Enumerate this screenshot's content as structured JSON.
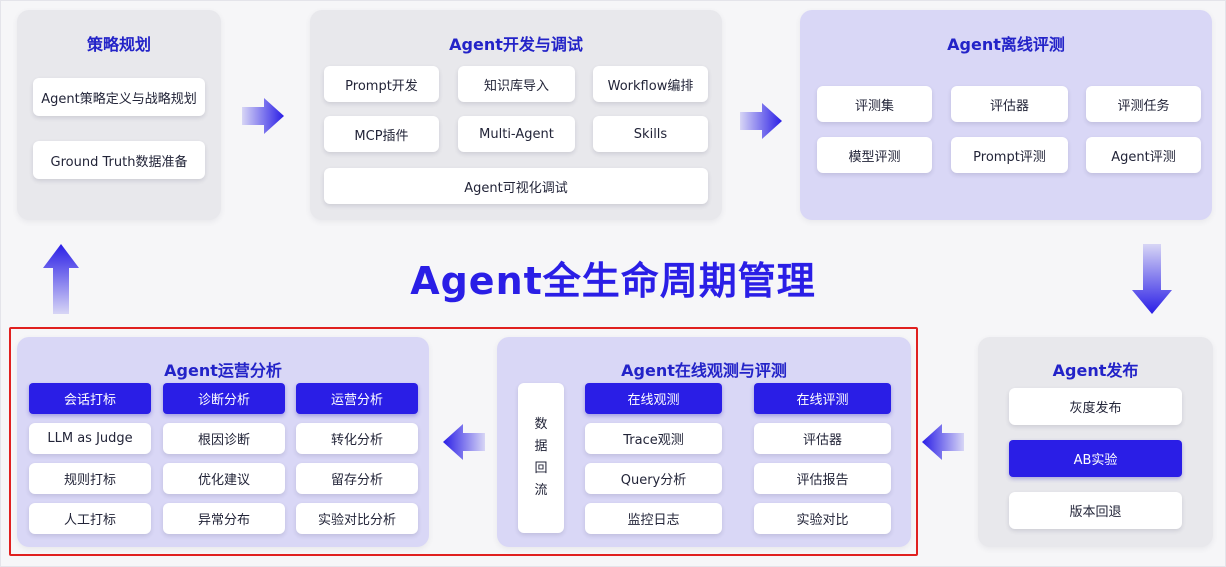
{
  "title": "Agent全生命周期管理",
  "colors": {
    "accent": "#2a1ee6",
    "highlight": "#e0201f",
    "panel_grey": "#e8e8ec",
    "panel_lavender": "#d9d7f6"
  },
  "strategy": {
    "title": "策略规划",
    "items": [
      "Agent策略定义与战略规划",
      "Ground Truth数据准备"
    ]
  },
  "dev": {
    "title": "Agent开发与调试",
    "items": [
      "Prompt开发",
      "知识库导入",
      "Workflow编排",
      "MCP插件",
      "Multi-Agent",
      "Skills",
      "Agent可视化调试"
    ]
  },
  "offline_eval": {
    "title": "Agent离线评测",
    "items": [
      "评测集",
      "评估器",
      "评测任务",
      "模型评测",
      "Prompt评测",
      "Agent评测"
    ]
  },
  "release": {
    "title": "Agent发布",
    "items": [
      "灰度发布",
      "AB实验",
      "版本回退"
    ]
  },
  "online_eval": {
    "title": "Agent在线观测与评测",
    "data_return": [
      "数",
      "据",
      "回",
      "流"
    ],
    "observe_header": "在线观测",
    "observe_items": [
      "Trace观测",
      "Query分析",
      "监控日志"
    ],
    "eval_header": "在线评测",
    "eval_items": [
      "评估器",
      "评估报告",
      "实验对比"
    ]
  },
  "ops": {
    "title": "Agent运营分析",
    "headers": [
      "会话打标",
      "诊断分析",
      "运营分析"
    ],
    "col1": [
      "LLM as Judge",
      "规则打标",
      "人工打标"
    ],
    "col2": [
      "根因诊断",
      "优化建议",
      "异常分布"
    ],
    "col3": [
      "转化分析",
      "留存分析",
      "实验对比分析"
    ]
  }
}
